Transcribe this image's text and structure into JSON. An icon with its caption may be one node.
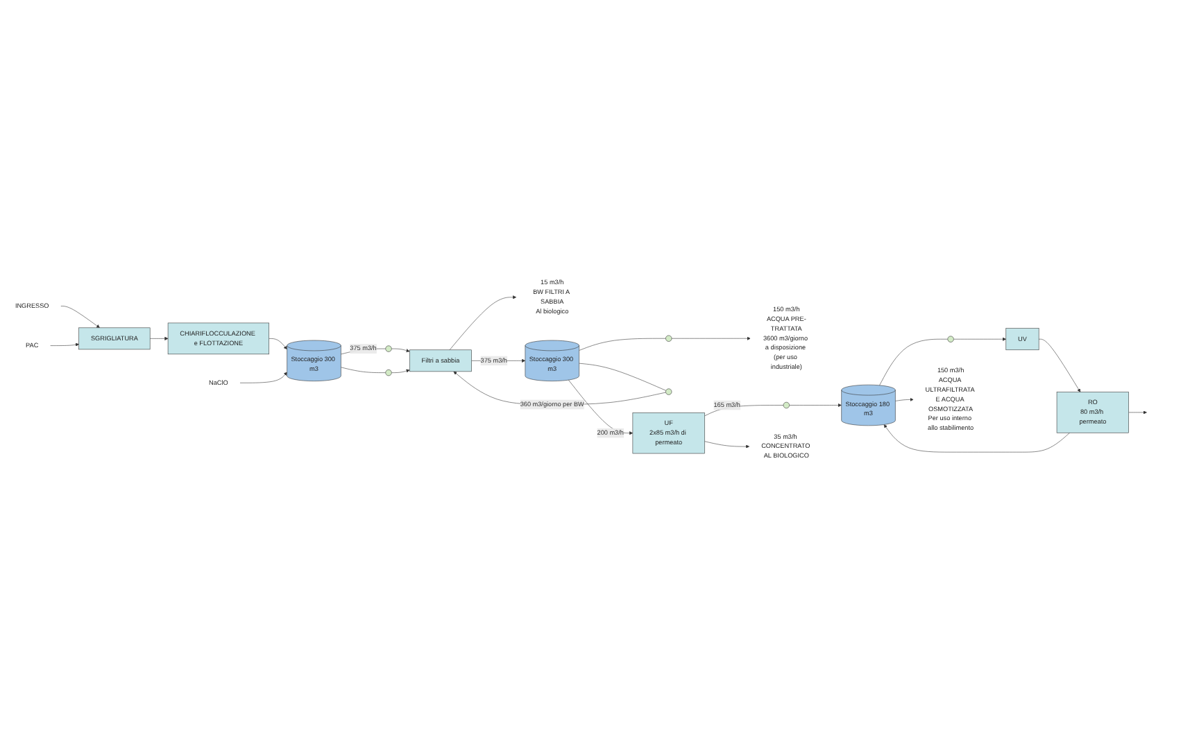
{
  "diagram": {
    "nodes": [
      {
        "text": [
          "INGRESSO"
        ]
      },
      {
        "text": [
          "SGRIGLIATURA"
        ]
      },
      {
        "text": [
          "CHIARIFLOCCULAZIONE e FLOTTAZIONE"
        ]
      },
      {
        "text": [
          "NaClO"
        ]
      },
      {
        "text": [
          "PAC"
        ]
      },
      {
        "text": [
          "15 m3/h",
          "BW FILTRI A SABBIA",
          "Al biologico"
        ]
      },
      {
        "text": [
          "Stoccaggio 300 m3"
        ]
      },
      {
        "text": [],
        "shape": "circle"
      },
      {
        "text": [],
        "shape": "circle"
      },
      {
        "text": [
          "Filtri a sabbia"
        ]
      },
      {
        "text": [
          "Stoccaggio 300 m3"
        ]
      },
      {
        "text": [],
        "shape": "circle"
      },
      {
        "text": [
          "150 m3/h",
          "ACQUA PRE-TRATTATA",
          "3600 m3/giorno a disposizione (per uso industriale)"
        ]
      },
      {
        "text": [],
        "shape": "circle"
      },
      {
        "text": [
          "UF",
          "2x85 m3/h di permeato"
        ]
      },
      {
        "text": [],
        "shape": "circle"
      },
      {
        "text": [
          "Stoccaggio 180 m3"
        ]
      },
      {
        "text": [],
        "shape": "circle"
      },
      {
        "text": [
          "UV"
        ]
      },
      {
        "text": [
          "RO",
          "80 m3/h permeato"
        ]
      },
      {
        "text": [
          "35 m3/h CONCENTRATO AL BIOLOGICO"
        ]
      },
      {
        "text": [
          "150 m3/h",
          "ACQUA ULTRAFILTRATA E ACQUA OSMOTIZZATA",
          "Per uso interno allo stabilimento"
        ]
      }
    ],
    "edges": [
      {
        "from": 0,
        "to": 1,
        "arrow": "to"
      },
      {
        "from": 4,
        "to": 1,
        "arrow": "to"
      },
      {
        "from": 1,
        "to": 2,
        "arrow": "to"
      },
      {
        "from": 2,
        "to": 6,
        "arrow": "to"
      },
      {
        "from": 3,
        "to": 6,
        "arrow": "to"
      },
      {
        "from": 6,
        "to": 7,
        "arrow": "none",
        "label": "375 m3/h"
      },
      {
        "from": 6,
        "to": 8,
        "arrow": "none"
      },
      {
        "from": 7,
        "to": 9,
        "arrow": "to"
      },
      {
        "from": 8,
        "to": 9,
        "arrow": "to"
      },
      {
        "from": 9,
        "to": 5,
        "arrow": "to"
      },
      {
        "from": 9,
        "to": 10,
        "arrow": "to",
        "label": "375 m3/h"
      },
      {
        "from": 10,
        "to": 11,
        "arrow": "none"
      },
      {
        "from": 11,
        "to": 12,
        "arrow": "to"
      },
      {
        "from": 10,
        "to": 13,
        "arrow": "none"
      },
      {
        "from": 13,
        "to": 9,
        "arrow": "to",
        "label": "360 m3/giorno per BW"
      },
      {
        "from": 10,
        "to": 14,
        "arrow": "to",
        "label": "200 m3/h"
      },
      {
        "from": 14,
        "to": 15,
        "arrow": "none",
        "label": "165 m3/h"
      },
      {
        "from": 15,
        "to": 16,
        "arrow": "to"
      },
      {
        "from": 14,
        "to": 20,
        "arrow": "to"
      },
      {
        "from": 16,
        "to": 17,
        "arrow": "none"
      },
      {
        "from": 17,
        "to": 18,
        "arrow": "to"
      },
      {
        "from": 16,
        "to": 21,
        "arrow": "to"
      },
      {
        "from": 18,
        "to": 19,
        "arrow": "to"
      },
      {
        "from": 19,
        "to": 16,
        "arrow": "to"
      },
      {
        "from": 19,
        "to": null,
        "arrow": "to"
      }
    ]
  }
}
